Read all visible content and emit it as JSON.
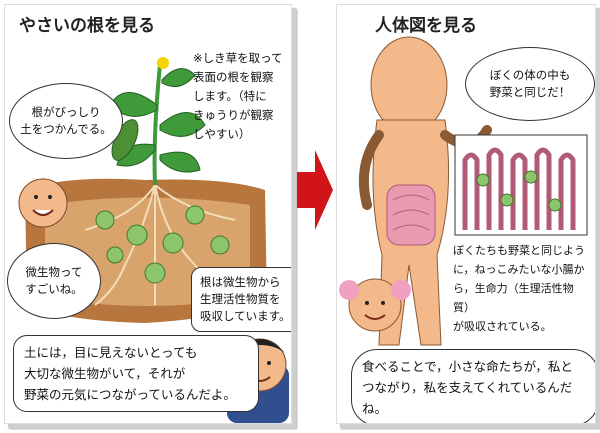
{
  "left": {
    "title": "やさいの根を見る",
    "bubble_roots": "根がびっしり\n土をつかんでる。",
    "note": "※しき草を取って\n表面の根を観察\nします。（特に\nきゅうりが観察\nしやすい）",
    "bubble_microbes": "微生物って\nすごいね。",
    "bubble_roots2": "根は微生物から\n生理活性物質を\n吸収しています。",
    "bottom_text": "土には，目に見えないとっても\n大切な微生物がいて，それが\n野菜の元気につながっているんだよ。"
  },
  "right": {
    "title": "人体図を見る",
    "bubble_body": "ぼくの体の中も\n野菜と同じだ！",
    "caption": "ぼくたちも野菜と同じよう\nに，ねっこみたいな小腸か\nら，生命力（生理活性物質）\nが吸収されている。",
    "bottom_text": "食べることで，小さな命たちが，私と\nつながり，私を支えてくれているんだね。"
  },
  "colors": {
    "arrow": "#d0141a",
    "soil": "#b8763f",
    "skin": "#f4b98a",
    "leaf": "#3f9a3a",
    "intestine": "#e89ab0"
  }
}
